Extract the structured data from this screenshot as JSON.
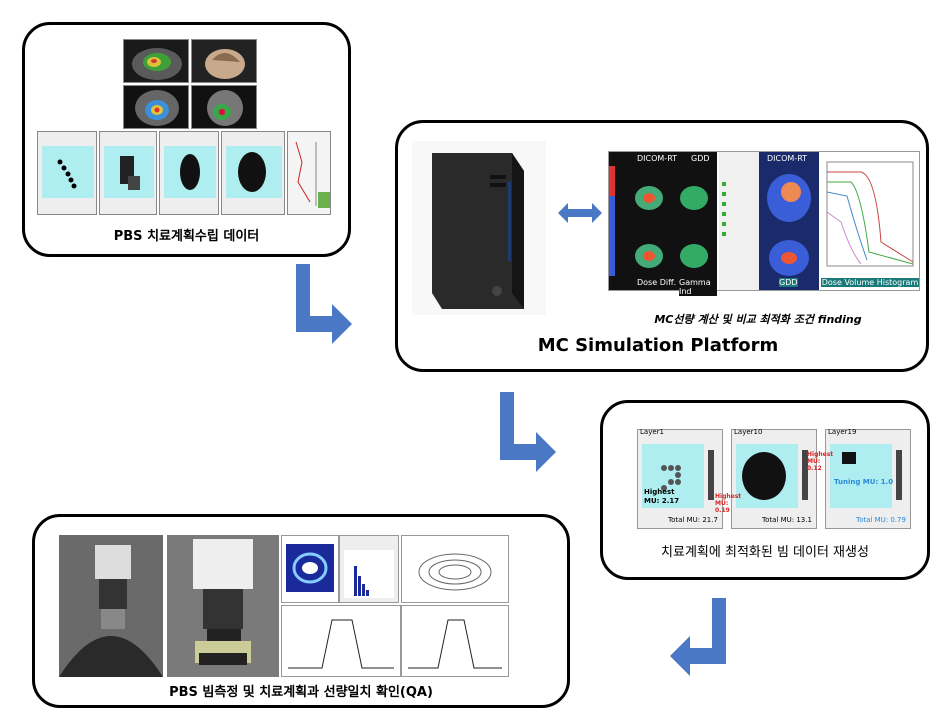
{
  "panel1": {
    "caption": "PBS 치료계획수립 데이터"
  },
  "panel2": {
    "subcaption": "MC선량 계산 및 비교 최적화 조건 finding",
    "caption": "MC Simulation Platform",
    "screens": {
      "dicom_rt_1": "DICOM-RT",
      "gdd_1": "GDD",
      "dicom_rt_2": "DICOM-RT",
      "dose_diff": "Dose Diff.",
      "gamma_ind": "Gamma Ind",
      "gdd_2": "GDD",
      "dvh": "Dose Volume Histogram"
    }
  },
  "panel3": {
    "caption": "치료계획에 최적화된 빔 데이터 재생성",
    "layers": [
      {
        "title": "Layer1",
        "note": "Highest MU: 2.17",
        "total": "Total MU: 21.7"
      },
      {
        "title": "Layer10",
        "note": "Highest MU: 0.19",
        "total": "Total MU: 13.1"
      },
      {
        "title": "Layer19",
        "note": "Highest MU: 0.12",
        "tuning": "Tuning MU: 1.0",
        "total": "Total MU: 0.79"
      }
    ]
  },
  "panel4": {
    "caption": "PBS 빔측정 및 치료계획과 선량일치 확인(QA)"
  },
  "colors": {
    "arrow": "#4a78c4",
    "border": "#000000",
    "cyan": "#aeeef0"
  }
}
